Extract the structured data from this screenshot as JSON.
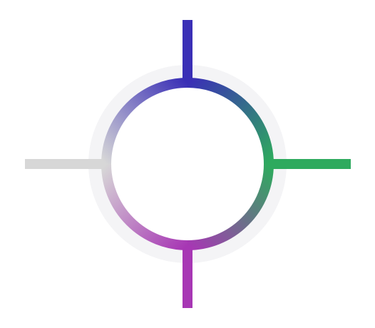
{
  "graphic": {
    "ring": {
      "halo_color": "#f4f4f6",
      "inner_fill": "#ffffff"
    },
    "arms": [
      {
        "name": "top",
        "color": "#3a2fb6"
      },
      {
        "name": "right",
        "color": "#2eaa5e"
      },
      {
        "name": "bottom",
        "color": "#a737b4"
      },
      {
        "name": "left",
        "color": "#d7d7d7"
      }
    ]
  }
}
